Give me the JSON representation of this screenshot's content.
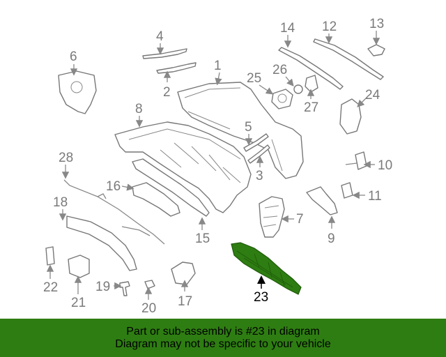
{
  "diagram": {
    "callouts": [
      "1",
      "2",
      "3",
      "4",
      "5",
      "6",
      "7",
      "8",
      "9",
      "10",
      "11",
      "12",
      "13",
      "14",
      "15",
      "16",
      "17",
      "18",
      "19",
      "20",
      "21",
      "22",
      "23",
      "24",
      "25",
      "26",
      "27",
      "28"
    ],
    "highlighted_part": "23",
    "highlight_color": "#2e7d12"
  },
  "banner": {
    "line1": "Part or sub-assembly is #23 in diagram",
    "line2": "Diagram may not be specific to your vehicle",
    "background": "#2e7d12"
  }
}
